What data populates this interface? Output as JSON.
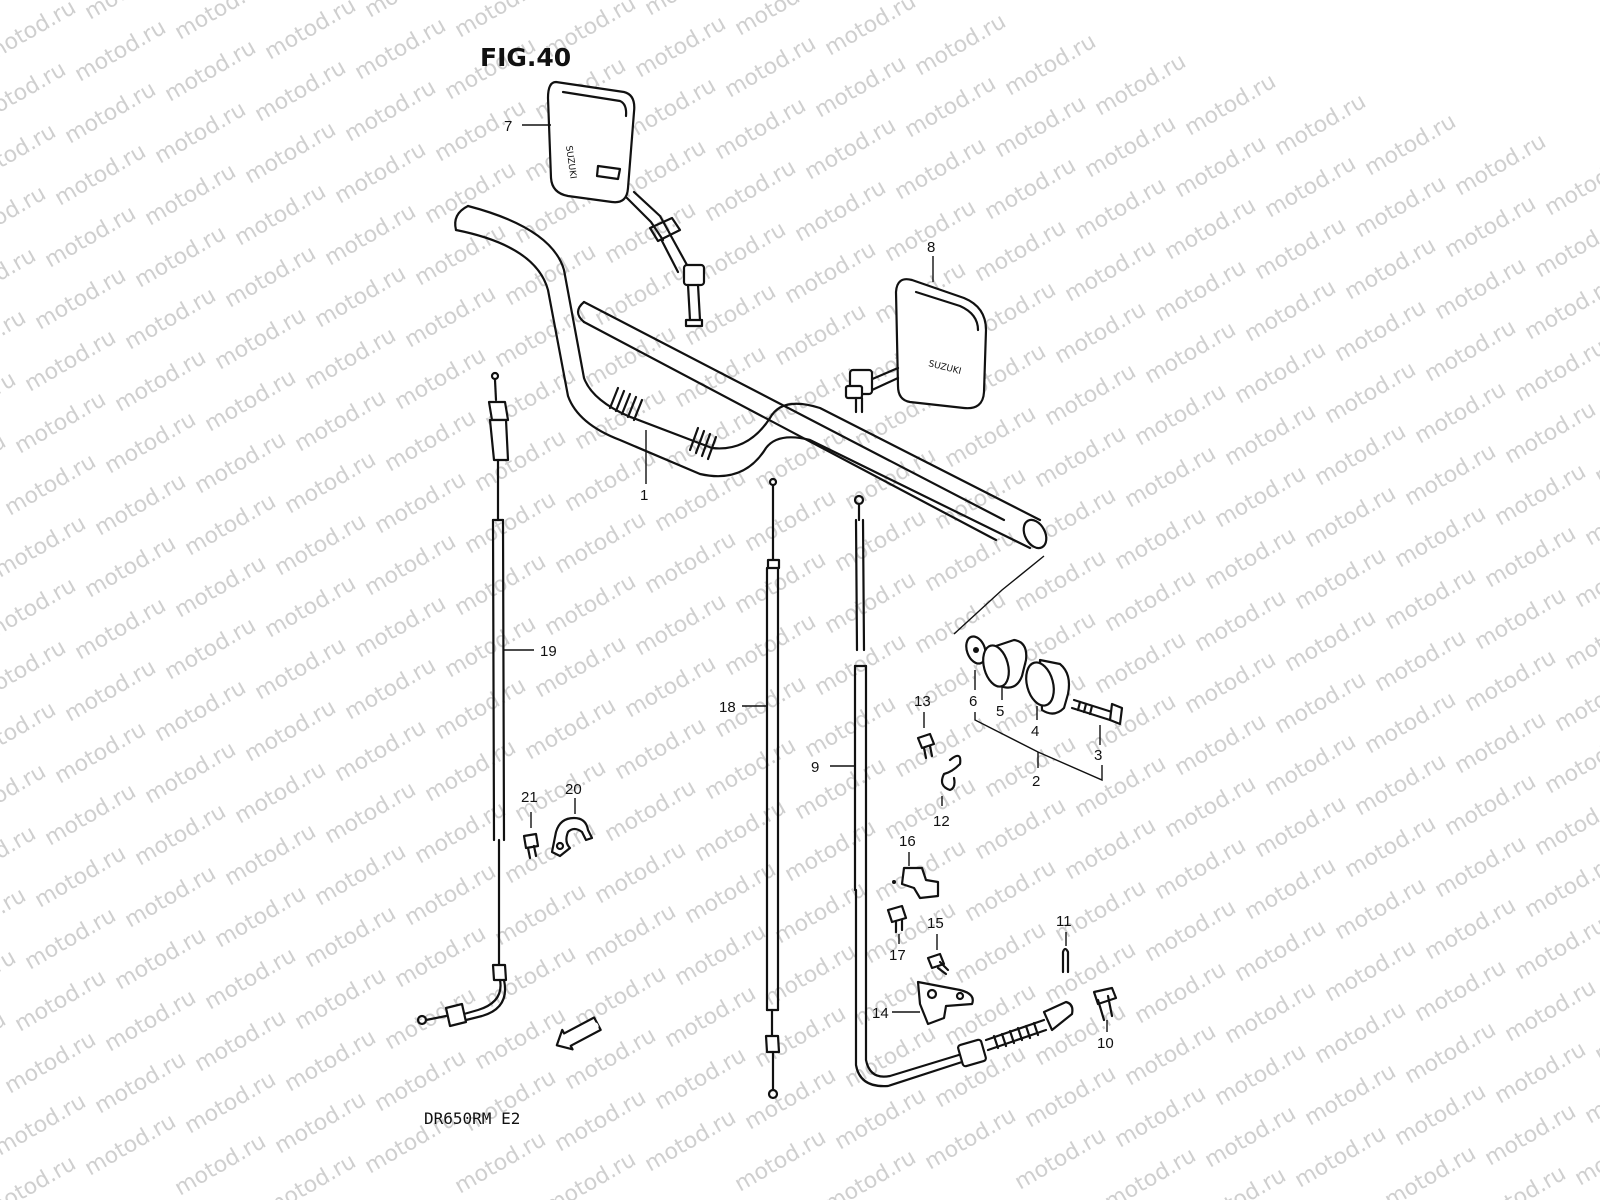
{
  "figure_title": "FIG.40",
  "model_code": "DR650RM E2",
  "watermark": "motod.ru",
  "fwd_label": "FWD",
  "mirror_brand": "SUZUKI",
  "parts": [
    {
      "id": "1",
      "name": "handlebar"
    },
    {
      "id": "2",
      "name": "balancer-set"
    },
    {
      "id": "3",
      "name": "balancer-screw"
    },
    {
      "id": "4",
      "name": "balancer-weight-outer"
    },
    {
      "id": "5",
      "name": "balancer-weight-inner"
    },
    {
      "id": "6",
      "name": "balancer-washer"
    },
    {
      "id": "7",
      "name": "mirror-left"
    },
    {
      "id": "8",
      "name": "mirror-right"
    },
    {
      "id": "9",
      "name": "clutch-cable"
    },
    {
      "id": "10",
      "name": "pin"
    },
    {
      "id": "11",
      "name": "cotter-pin"
    },
    {
      "id": "12",
      "name": "cable-clip"
    },
    {
      "id": "13",
      "name": "clip-bolt"
    },
    {
      "id": "14",
      "name": "cable-bracket"
    },
    {
      "id": "15",
      "name": "bracket-bolt"
    },
    {
      "id": "16",
      "name": "cable-clamp"
    },
    {
      "id": "17",
      "name": "clamp-bolt"
    },
    {
      "id": "18",
      "name": "throttle-cable-1"
    },
    {
      "id": "19",
      "name": "throttle-cable-2"
    },
    {
      "id": "20",
      "name": "cable-holder"
    },
    {
      "id": "21",
      "name": "holder-bolt"
    }
  ],
  "colors": {
    "ink": "#111111",
    "watermark": "#cfcfcf",
    "paper": "#ffffff"
  }
}
